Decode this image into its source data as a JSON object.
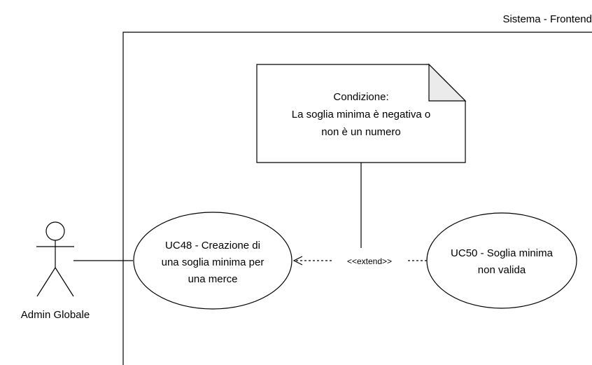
{
  "system": {
    "label": "Sistema - Frontend"
  },
  "actor": {
    "label": "Admin Globale"
  },
  "note": {
    "lines": [
      "Condizione:",
      "La soglia minima è negativa o",
      "non è un numero"
    ]
  },
  "use_cases": [
    {
      "id": "UC48",
      "lines": [
        "UC48 - Creazione di",
        "una soglia minima per",
        "una merce"
      ]
    },
    {
      "id": "UC50",
      "lines": [
        "UC50 - Soglia minima",
        "non valida"
      ]
    }
  ],
  "relation": {
    "label": "<<extend>>"
  }
}
